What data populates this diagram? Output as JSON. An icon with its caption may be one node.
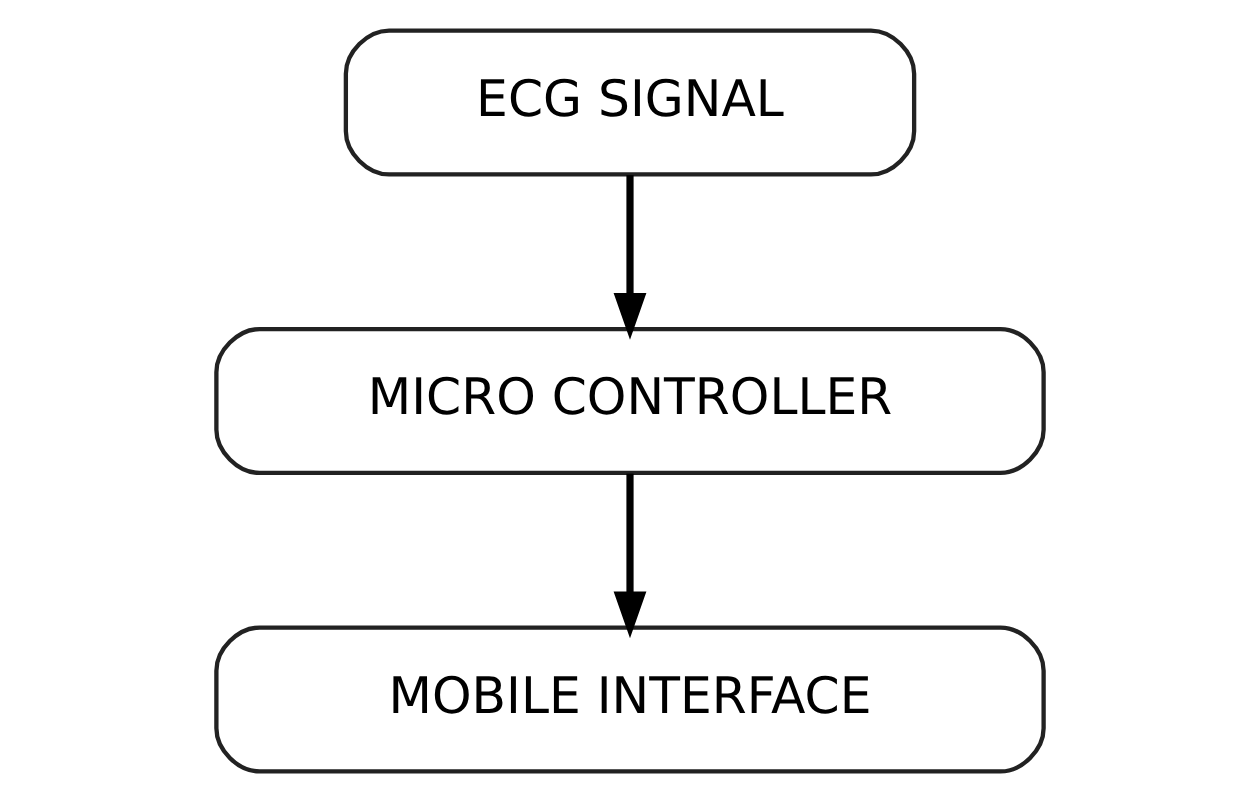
{
  "diagram": {
    "nodes": [
      {
        "text": [
          "ECG SIGNAL"
        ]
      },
      {
        "text": [
          "MICRO CONTROLLER"
        ]
      },
      {
        "text": [
          "MOBILE INTERFACE"
        ]
      }
    ],
    "edges": [
      {
        "from": 0,
        "to": 1,
        "arrow": "to"
      },
      {
        "from": 1,
        "to": 2,
        "arrow": "to"
      }
    ]
  }
}
